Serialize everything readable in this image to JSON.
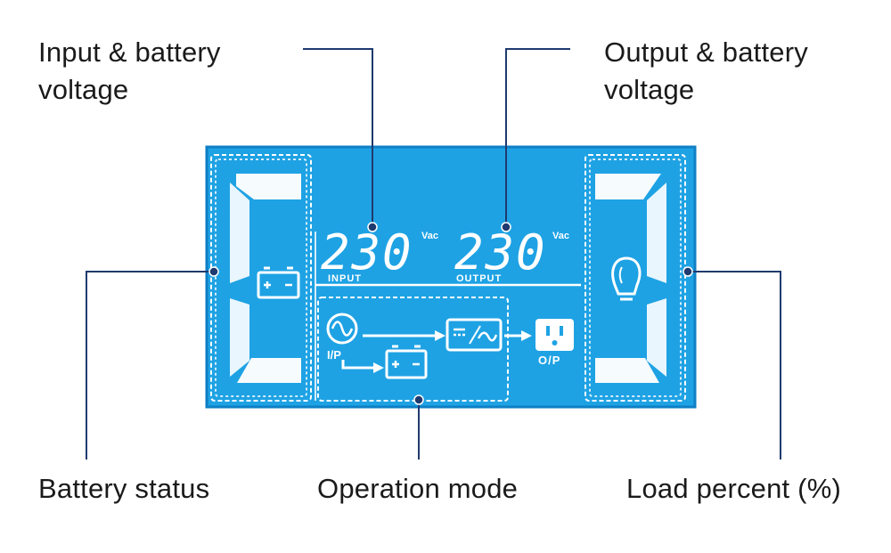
{
  "callouts": {
    "input_voltage": [
      "Input & battery",
      "voltage"
    ],
    "output_voltage": [
      "Output & battery",
      "voltage"
    ],
    "battery_status": "Battery status",
    "operation_mode": "Operation mode",
    "load_percent": "Load percent (%)"
  },
  "lcd": {
    "input_value": "230",
    "input_unit": "Vac",
    "input_caption": "INPUT",
    "output_value": "230",
    "output_unit": "Vac",
    "output_caption": "OUTPUT",
    "ip_label": "I/P",
    "op_label": "O/P"
  },
  "colors": {
    "panel": "#1ea2e4",
    "panel_edge": "#0f7fc4",
    "segment": "#ffffff",
    "leader": "#1f3a6e"
  },
  "icons": [
    "battery-icon",
    "ac-source-icon",
    "inverter-icon",
    "outlet-icon",
    "load-bulb-icon"
  ]
}
